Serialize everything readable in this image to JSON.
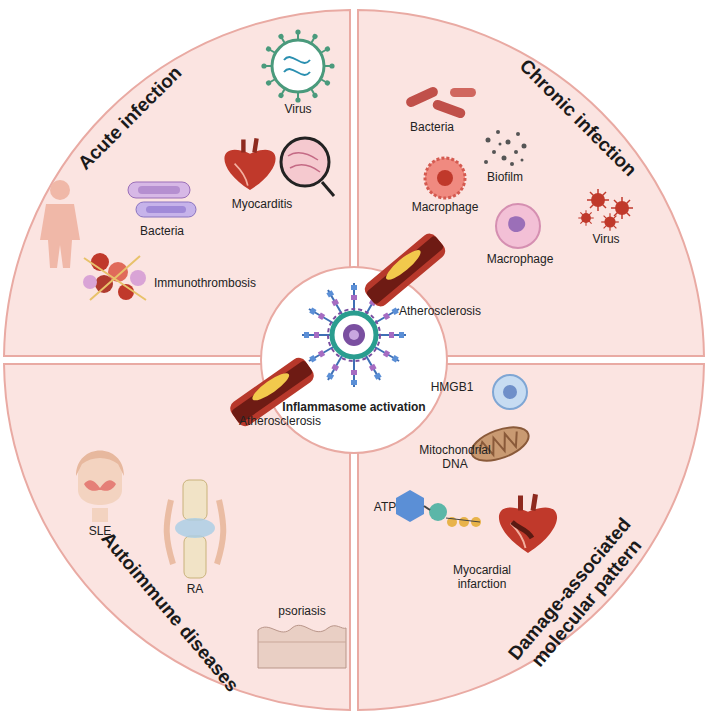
{
  "diagram": {
    "nodes": [
      {
        "text": [
          "Acute infection",
          "Virus",
          "Bacteria",
          "Myocarditis",
          "Immunothrombosis"
        ]
      },
      {
        "text": [
          "Chronic infection",
          "Bacteria",
          "Biofilm",
          "Macrophage",
          "Virus",
          "Macrophage",
          "Atherosclerosis"
        ]
      },
      {
        "text": [
          "Inflammasome activation"
        ]
      },
      {
        "text": [
          "Autoimmune diseases",
          "SLE",
          "Atherosclerosis",
          "RA",
          "psoriasis"
        ]
      },
      {
        "text": [
          "Damage-associated molecular pattern",
          "HMGB1",
          "Mitochondrial DNA",
          "ATP",
          "Myocardial infarction"
        ]
      }
    ]
  }
}
